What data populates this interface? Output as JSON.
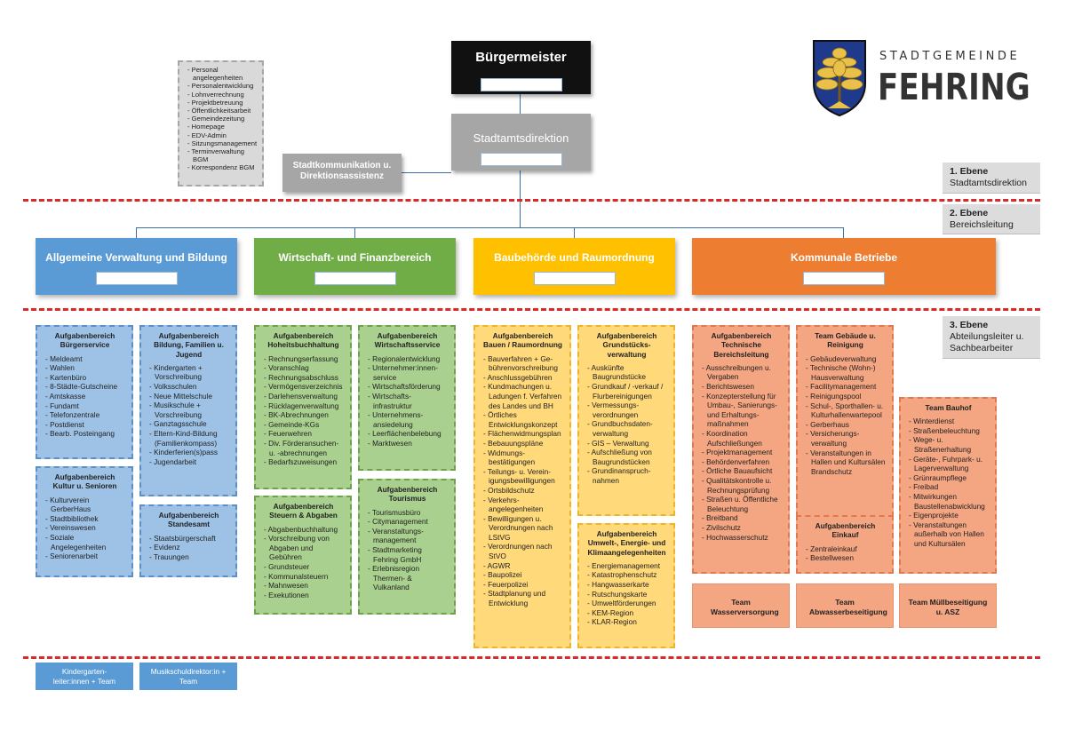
{
  "logo": {
    "line1": "STADTGEMEINDE",
    "line2": "FEHRING"
  },
  "buergermeister": "Bürgermeister",
  "stadtamtsdirektion": "Stadtamtsdirektion",
  "stadtkommunikation": "Stadtkommunikation u. Direktionsassistenz",
  "levels": [
    {
      "title": "1. Ebene",
      "sub": "Stadtamtsdirektion"
    },
    {
      "title": "2. Ebene",
      "sub": "Bereichsleitung"
    },
    {
      "title": "3. Ebene",
      "sub": "Abteilungsleiter u. Sachbearbeiter"
    }
  ],
  "staff_items": [
    "Personal angelegenheiten",
    "Personalentwicklung",
    "Lohnverrechnung",
    "Projektbetreuung",
    "Öffentlichkeitsarbeit",
    "Gemeindezeitung",
    "Homepage",
    "EDV-Admin",
    "Sitzungsmanagement",
    "Terminverwaltung BGM",
    "Korrespondenz BGM"
  ],
  "departments": [
    {
      "name": "Allgemeine Verwaltung und Bildung",
      "color": "#5b9bd5"
    },
    {
      "name": "Wirtschaft- und Finanzbereich",
      "color": "#70ad47"
    },
    {
      "name": "Baubehörde und Raumordnung",
      "color": "#ffc000"
    },
    {
      "name": "Kommunale Betriebe",
      "color": "#ed7d31"
    }
  ],
  "boxes": {
    "buergerservice": {
      "title": "Aufgabenbereich Bürgerservice",
      "items": [
        "Meldeamt",
        "Wahlen",
        "Kartenbüro",
        "8-Städte-Gutscheine",
        "Amtskasse",
        "Fundamt",
        "Telefonzentrale",
        "Postdienst",
        "Bearb. Posteingang"
      ]
    },
    "bildung": {
      "title": "Aufgabenbereich Bildung, Familien u. Jugend",
      "items": [
        "Kindergarten + Vorschreibung",
        "Volksschulen",
        "Neue Mittelschule",
        "Musikschule + Vorschreibung",
        "Ganztagsschule",
        "Eltern-Kind-Bildung (Familienkompass)",
        "Kinderferien(s)pass",
        "Jugendarbeit"
      ]
    },
    "kultur": {
      "title": "Aufgabenbereich Kultur u. Senioren",
      "items": [
        "Kulturverein GerberHaus",
        "Stadtbibliothek",
        "Vereinswesen",
        "Soziale Angelegenheiten",
        "Seniorenarbeit"
      ]
    },
    "standesamt": {
      "title": "Aufgabenbereich Standesamt",
      "items": [
        "Staatsbürgerschaft",
        "Evidenz",
        "Trauungen"
      ]
    },
    "hoheit": {
      "title": "Aufgabenbereich Hoheitsbuchhaltung",
      "items": [
        "Rechnungserfassung",
        "Voranschlag",
        "Rechnungsabschluss",
        "Vermögensverzeichnis",
        "Darlehensverwaltung",
        "Rücklagenverwaltung",
        "BK-Abrechnungen",
        "Gemeinde-KGs",
        "Feuerwehren",
        "Div. Förderansuchen- u. -abrechnungen",
        "Bedarfszuweisungen"
      ]
    },
    "wirtschaft": {
      "title": "Aufgabenbereich Wirtschaftsservice",
      "items": [
        "Regionalentwicklung",
        "Unternehmer:innen-service",
        "Wirtschaftsförderung",
        "Wirtschafts-infrastruktur",
        "Unternehmens-ansiedelung",
        "Leerflächenbelebung",
        "Marktwesen"
      ]
    },
    "steuern": {
      "title": "Aufgabenbereich Steuern & Abgaben",
      "items": [
        "Abgabenbuchhaltung",
        "Vorschreibung von Abgaben und Gebühren",
        "Grundsteuer",
        "Kommunalsteuern",
        "Mahnwesen",
        "Exekutionen"
      ]
    },
    "tourismus": {
      "title": "Aufgabenbereich Tourismus",
      "items": [
        "Tourismusbüro",
        "Citymanagement",
        "Veranstaltungs-management",
        "Stadtmarketing Fehring GmbH",
        "Erlebnisregion Thermen- & Vulkanland"
      ]
    },
    "bauen": {
      "title": "Aufgabenbereich Bauen / Raumordnung",
      "items": [
        "Bauverfahren + Ge-bührenvorschreibung",
        "Anschlussgebühren",
        "Kundmachungen u. Ladungen f. Verfahren des Landes und BH",
        "Örtliches Entwicklungskonzept",
        "Flächenwidmungsplan",
        "Bebauungspläne",
        "Widmungs-bestätigungen",
        "Teilungs- u. Verein-igungsbewilligungen",
        "Ortsbildschutz",
        "Verkehrs-angelegenheiten",
        "Bewilligungen u. Verordnungen nach LStVG",
        "Verordnungen nach StVO",
        "AGWR",
        "Baupolizei",
        "Feuerpolizei",
        "Stadtplanung und Entwicklung"
      ]
    },
    "grundstueck": {
      "title": "Aufgabenbereich Grundstücks-verwaltung",
      "items": [
        "Auskünfte Baugrundstücke",
        "Grundkauf / -verkauf / Flurbereinigungen",
        "Vermessungs-verordnungen",
        "Grundbuchsdaten-verwaltung",
        "GIS – Verwaltung",
        "Aufschließung von Baugrundstücken",
        "Grundinanspruch-nahmen"
      ]
    },
    "umwelt": {
      "title": "Aufgabenbereich Umwelt-, Energie- und Klimaangelegenheiten",
      "items": [
        "Energiemanagement",
        "Katastrophenschutz",
        "Hangwasserkarte",
        "Rutschungskarte",
        "Umweltförderungen",
        "KEM-Region",
        "KLAR-Region"
      ]
    },
    "technik": {
      "title": "Aufgabenbereich Technische Bereichsleitung",
      "items": [
        "Ausschreibungen u. Vergaben",
        "Berichtswesen",
        "Konzepterstellung für Umbau-, Sanierungs- und Erhaltungs-maßnahmen",
        "Koordination Aufschließungen",
        "Projektmanagement",
        "Behördenverfahren",
        "Örtliche Bauaufsicht",
        "Qualitätskontrolle u. Rechnungsprüfung",
        "Straßen u. Öffentliche Beleuchtung",
        "Breitband",
        "Zivilschutz",
        "Hochwasserschutz"
      ]
    },
    "gebaeude": {
      "title": "Team Gebäude u. Reinigung",
      "items": [
        "Gebäudeverwaltung",
        "Technische (Wohn-) Hausverwaltung",
        "Facilitymanagement",
        "Reinigungspool",
        "Schul-, Sporthallen- u. Kulturhallenwartepool",
        "Gerberhaus",
        "Versicherungs-verwaltung",
        "Veranstaltungen in Hallen und Kultursälen Brandschutz"
      ]
    },
    "bauhof": {
      "title": "Team Bauhof",
      "items": [
        "Winterdienst",
        "Straßenbeleuchtung",
        "Wege- u. Straßenerhaltung",
        "Geräte-, Fuhrpark- u. Lagerverwaltung",
        "Grünraumpflege",
        "Freibad",
        "Mitwirkungen Baustellenabwicklung",
        "Eigenprojekte",
        "Veranstaltungen außerhalb von Hallen und Kultursälen"
      ]
    },
    "einkauf": {
      "title": "Aufgabenbereich Einkauf",
      "items": [
        "Zentraleinkauf",
        "Bestellwesen"
      ]
    }
  },
  "teams": {
    "wasser": "Team Wasserversorgung",
    "abwasser": "Team Abwasserbeseitigung",
    "muell": "Team Müllbeseitigung u. ASZ"
  },
  "bottom": {
    "kindergarten": "Kindergarten-leiter:innen + Team",
    "musikschule": "Musikschuldirektor:in + Team"
  }
}
